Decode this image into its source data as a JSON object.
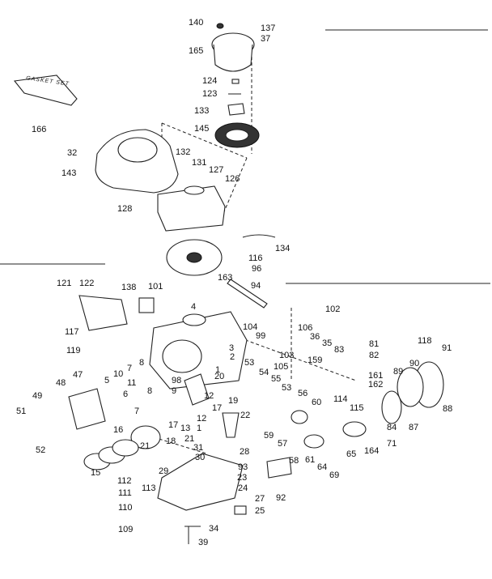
{
  "diagram": {
    "gasket_set_text": "GASKET SET",
    "part_numbers": [
      "140",
      "137",
      "37",
      "165",
      "124",
      "123",
      "133",
      "145",
      "166",
      "32",
      "132",
      "131",
      "143",
      "127",
      "126",
      "128",
      "134",
      "116",
      "96",
      "121",
      "122",
      "138",
      "101",
      "163",
      "94",
      "102",
      "4",
      "117",
      "104",
      "99",
      "106",
      "36",
      "35",
      "119",
      "103",
      "105",
      "83",
      "81",
      "82",
      "118",
      "91",
      "159",
      "3",
      "53",
      "1",
      "2",
      "20",
      "54",
      "48",
      "47",
      "10",
      "7",
      "8",
      "55",
      "90",
      "89",
      "161",
      "162",
      "5",
      "11",
      "98",
      "9",
      "6",
      "12",
      "17",
      "19",
      "56",
      "60",
      "114",
      "115",
      "84",
      "88",
      "87",
      "49",
      "51",
      "16",
      "13",
      "21",
      "22",
      "57",
      "59",
      "61",
      "65",
      "164",
      "71",
      "52",
      "18",
      "31",
      "30",
      "28",
      "93",
      "58",
      "64",
      "69",
      "15",
      "112",
      "29",
      "23",
      "92",
      "113",
      "111",
      "24",
      "27",
      "110",
      "25",
      "109",
      "34",
      "39"
    ]
  }
}
